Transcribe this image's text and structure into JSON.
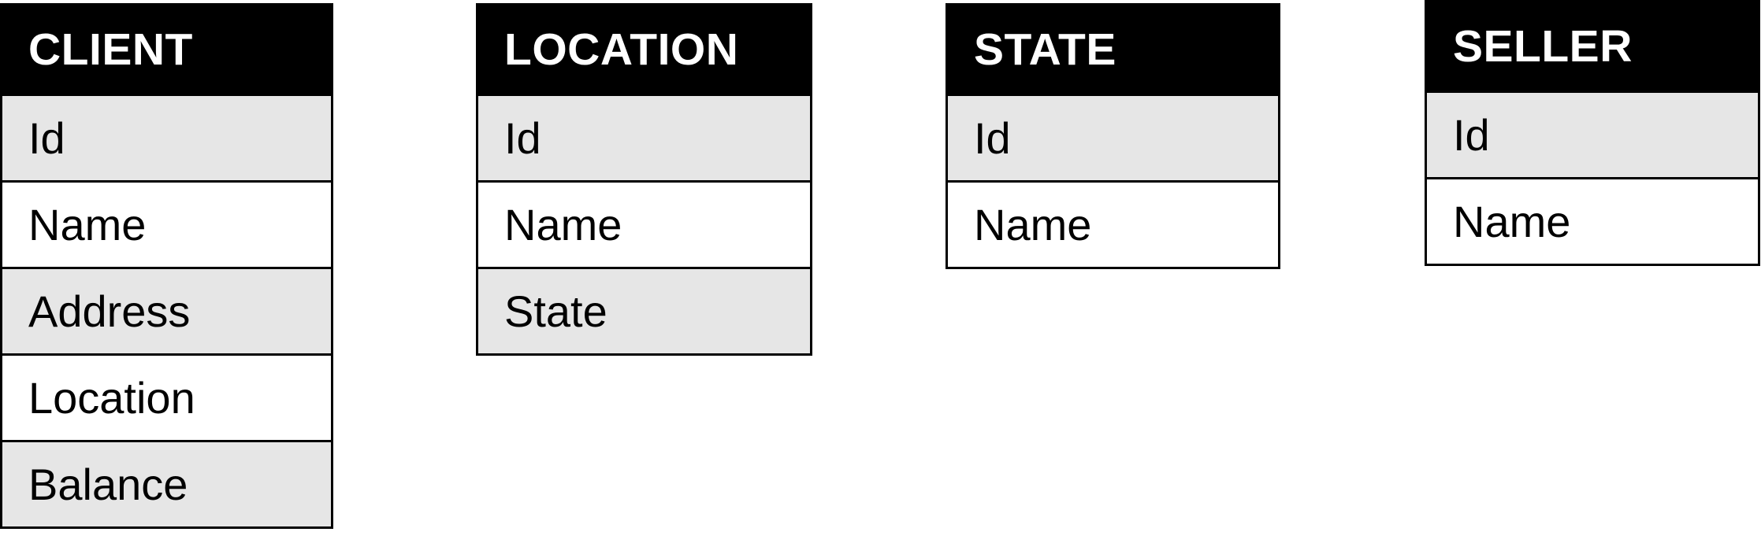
{
  "entities": [
    {
      "title": "CLIENT",
      "fields": [
        "Id",
        "Name",
        "Address",
        "Location",
        "Balance"
      ]
    },
    {
      "title": "LOCATION",
      "fields": [
        "Id",
        "Name",
        "State"
      ]
    },
    {
      "title": "STATE",
      "fields": [
        "Id",
        "Name"
      ]
    },
    {
      "title": "SELLER",
      "fields": [
        "Id",
        "Name"
      ]
    }
  ],
  "colors": {
    "header_background": "#000000",
    "header_text": "#ffffff",
    "row_shaded": "#e6e6e6",
    "row_plain": "#ffffff",
    "border": "#000000"
  }
}
